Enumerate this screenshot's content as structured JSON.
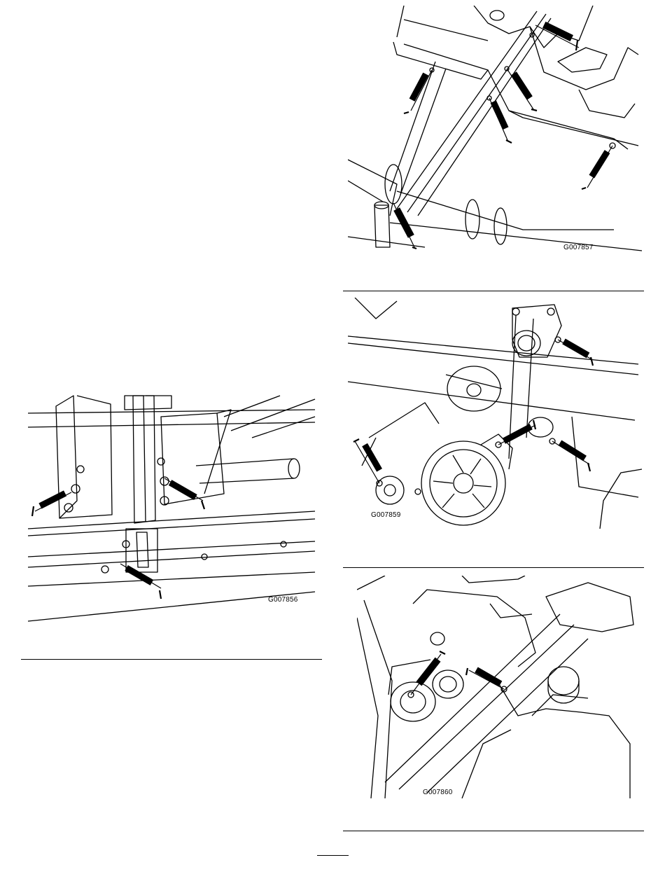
{
  "figures": [
    {
      "id": "fig-left",
      "code": "G007856"
    },
    {
      "id": "fig-top-right",
      "code": "G007857"
    },
    {
      "id": "fig-mid-right",
      "code": "G007859"
    },
    {
      "id": "fig-bottom-right",
      "code": "G007860"
    }
  ],
  "icons": {
    "grease_gun": "grease-gun-icon"
  }
}
